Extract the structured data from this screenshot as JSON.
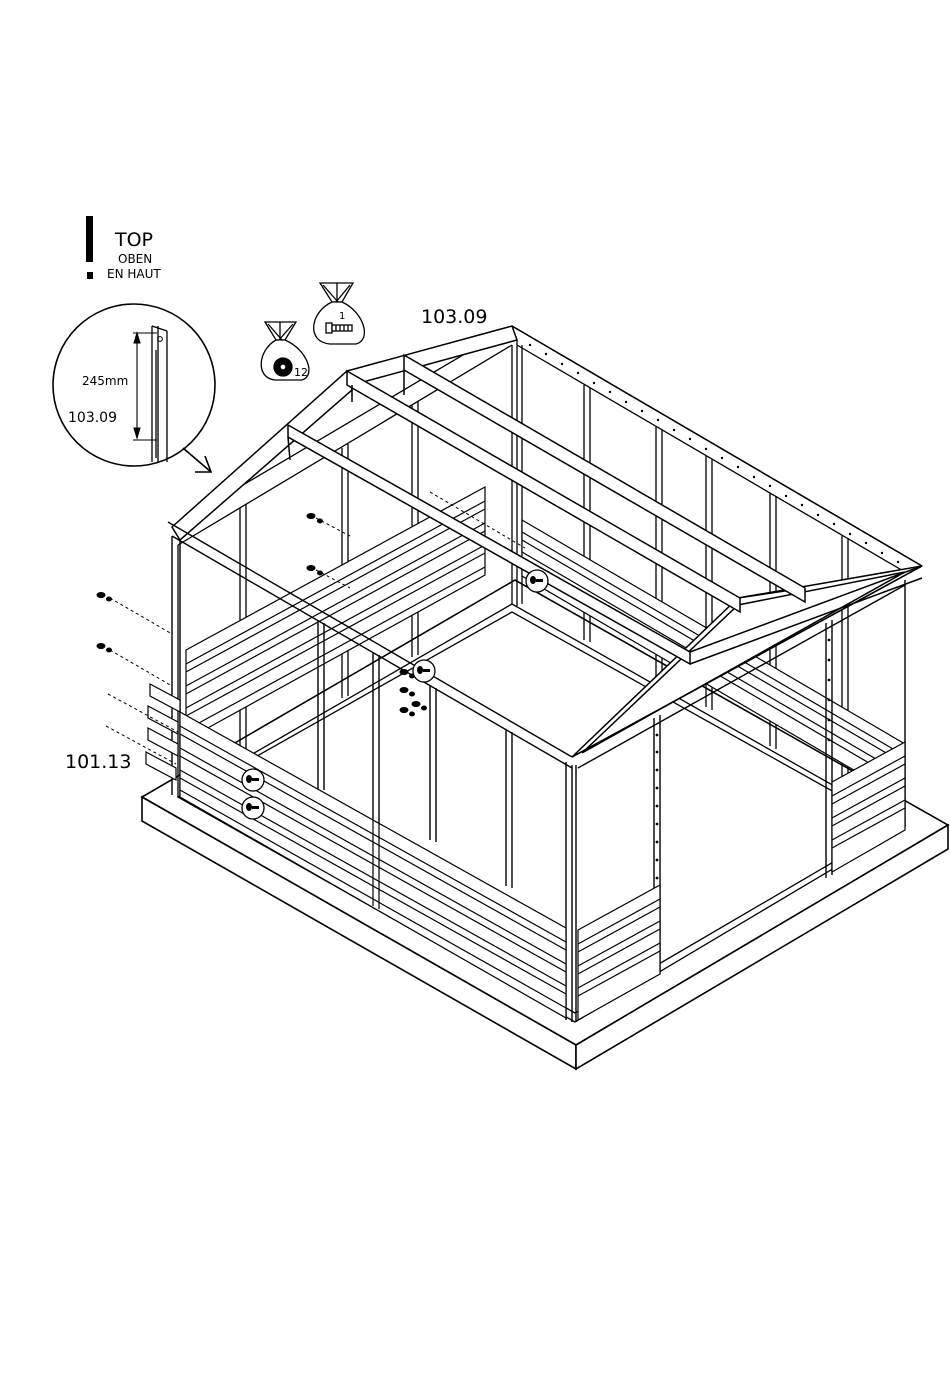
{
  "legend": {
    "top": "TOP",
    "oben": "OBEN",
    "en_haut": "EN  HAUT"
  },
  "detail": {
    "dimension": "245mm",
    "part": "103.09"
  },
  "hardware": {
    "washer_count": "12",
    "screw_count": "1"
  },
  "parts": {
    "roof_part": "103.09",
    "side_part": "101.13"
  }
}
